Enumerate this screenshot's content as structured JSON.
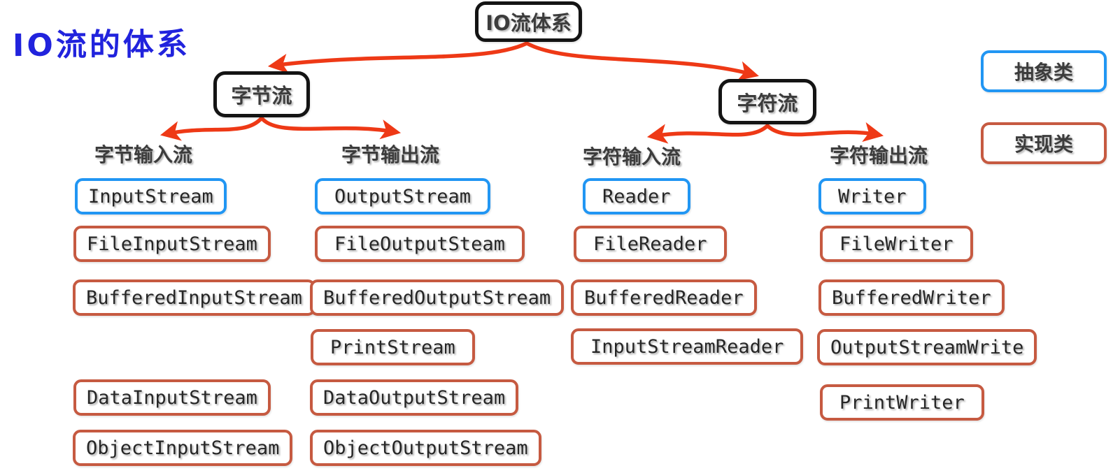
{
  "diagram": {
    "title": "IO流的体系",
    "root": "IO流体系",
    "branches": {
      "byte": "字节流",
      "char": "字符流"
    },
    "legend": {
      "abstract": "抽象类",
      "impl": "实现类"
    },
    "columns": [
      {
        "header": "字节输入流",
        "items": [
          {
            "label": "InputStream",
            "type": "abstract"
          },
          {
            "label": "FileInputStream",
            "type": "impl"
          },
          {
            "label": "BufferedInputStream",
            "type": "impl"
          },
          {
            "label": "DataInputStream",
            "type": "impl"
          },
          {
            "label": "ObjectInputStream",
            "type": "impl"
          }
        ]
      },
      {
        "header": "字节输出流",
        "items": [
          {
            "label": "OutputStream",
            "type": "abstract"
          },
          {
            "label": "FileOutputSteam",
            "type": "impl"
          },
          {
            "label": "BufferedOutputStream",
            "type": "impl"
          },
          {
            "label": "PrintStream",
            "type": "impl"
          },
          {
            "label": "DataOutputStream",
            "type": "impl"
          },
          {
            "label": "ObjectOutputStream",
            "type": "impl"
          }
        ]
      },
      {
        "header": "字符输入流",
        "items": [
          {
            "label": "Reader",
            "type": "abstract"
          },
          {
            "label": "FileReader",
            "type": "impl"
          },
          {
            "label": "BufferedReader",
            "type": "impl"
          },
          {
            "label": "InputStreamReader",
            "type": "impl"
          }
        ]
      },
      {
        "header": "字符输出流",
        "items": [
          {
            "label": "Writer",
            "type": "abstract"
          },
          {
            "label": "FileWriter",
            "type": "impl"
          },
          {
            "label": "BufferedWriter",
            "type": "impl"
          },
          {
            "label": "OutputStreamWrite",
            "type": "impl"
          },
          {
            "label": "PrintWriter",
            "type": "impl"
          }
        ]
      }
    ],
    "colors": {
      "abstract_border": "#2196f3",
      "impl_border": "#c65a41",
      "arrow": "#ee3916",
      "node_border": "#141414",
      "title_blue": "#2123dd",
      "box_text": "#262626",
      "header_text": "#3c3c3c"
    }
  }
}
